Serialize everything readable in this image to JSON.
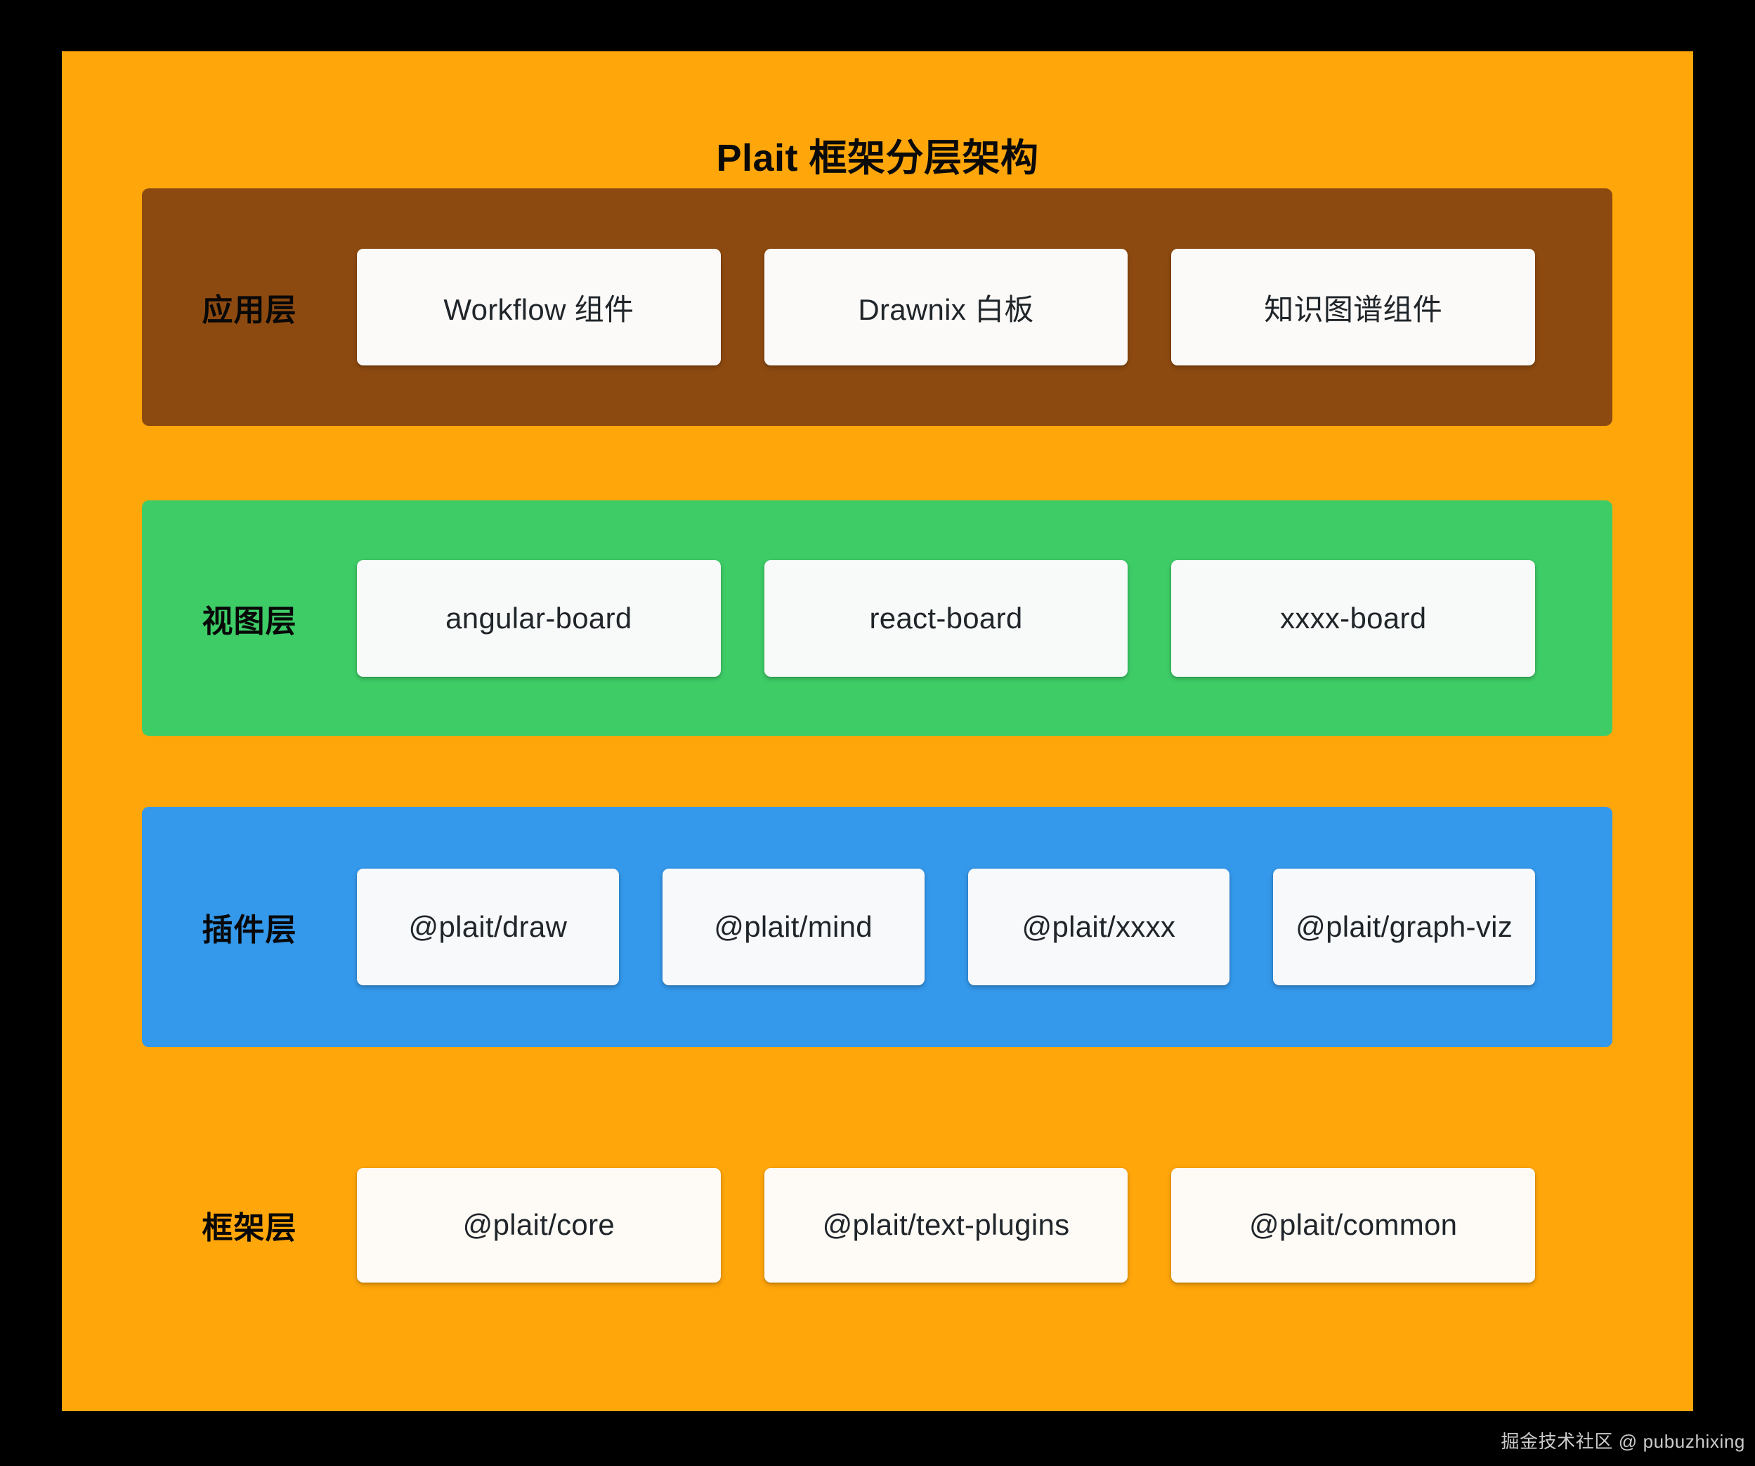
{
  "diagram": {
    "title": "Plait 框架分层架构",
    "background_color": "#FFA60A",
    "page_background_color": "#000000",
    "layers": [
      {
        "label": "应用层",
        "band_color": "#8D4A10",
        "nodes": [
          {
            "label": "Workflow 组件"
          },
          {
            "label": "Drawnix 白板"
          },
          {
            "label": "知识图谱组件"
          }
        ]
      },
      {
        "label": "视图层",
        "band_color": "#3ECC67",
        "nodes": [
          {
            "label": "angular-board"
          },
          {
            "label": "react-board"
          },
          {
            "label": "xxxx-board"
          }
        ]
      },
      {
        "label": "插件层",
        "band_color": "#3498EB",
        "nodes": [
          {
            "label": "@plait/draw"
          },
          {
            "label": "@plait/mind"
          },
          {
            "label": "@plait/xxxx"
          },
          {
            "label": "@plait/graph-viz"
          }
        ]
      },
      {
        "label": "框架层",
        "band_color": "transparent",
        "nodes": [
          {
            "label": "@plait/core"
          },
          {
            "label": "@plait/text-plugins"
          },
          {
            "label": "@plait/common"
          }
        ]
      }
    ]
  },
  "watermark": {
    "text": "掘金技术社区 @ pubuzhixing"
  }
}
